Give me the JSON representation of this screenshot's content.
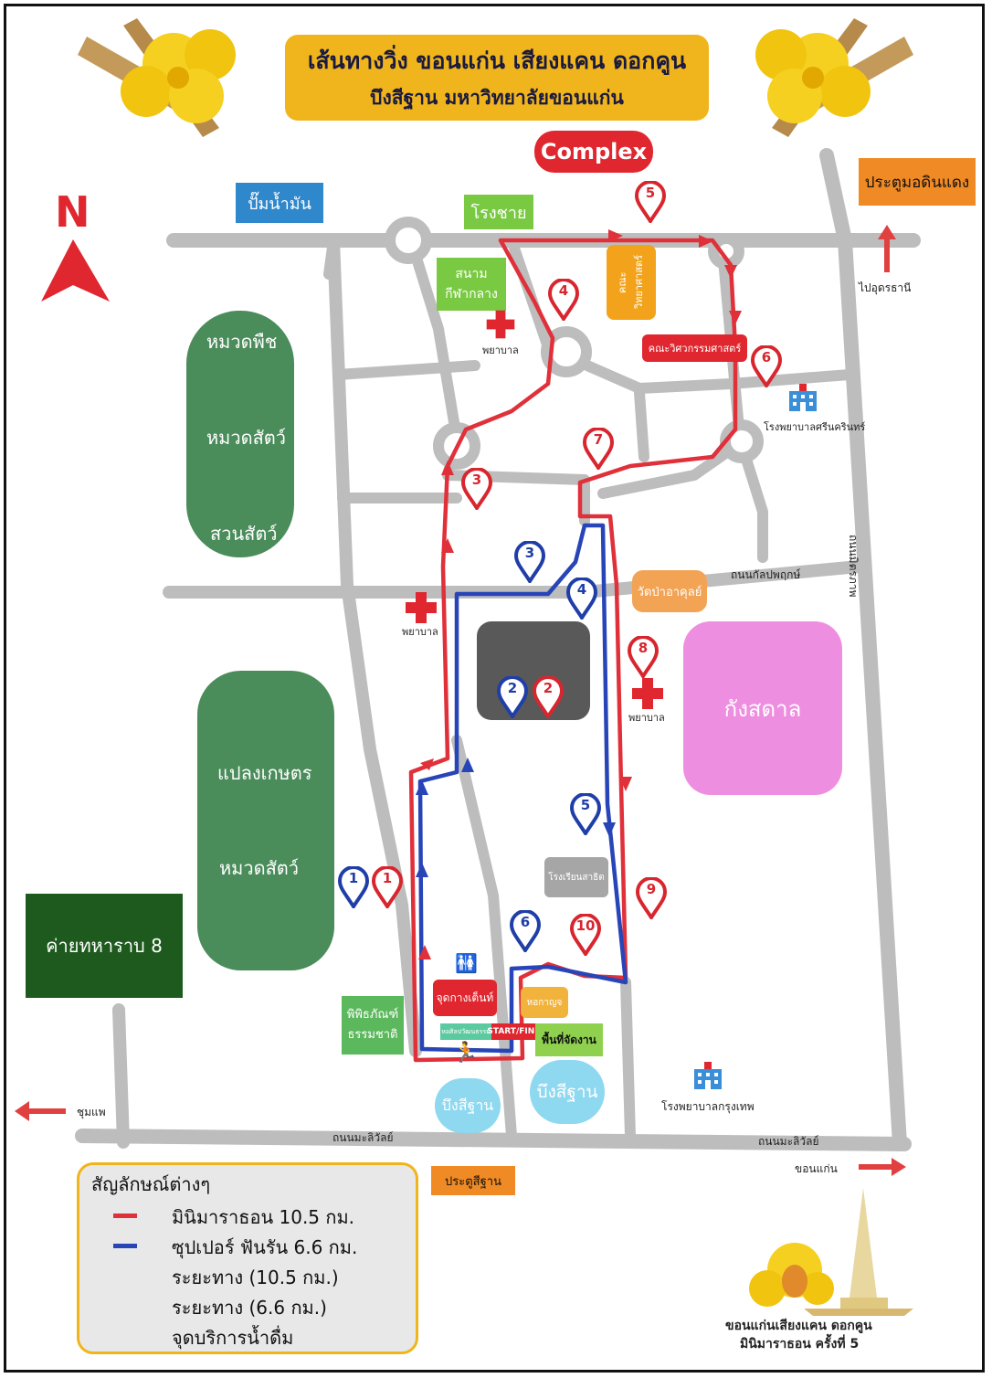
{
  "title": {
    "line1": "เส้นทางวิ่ง ขอนแก่น เสียงแคน ดอกคูน",
    "line2": "บึงสีฐาน มหาวิทยาลัยขอนแก่น"
  },
  "compass": {
    "label": "N"
  },
  "places": {
    "complex": "Complex",
    "gas_station": "ปั๊มน้ำมัน",
    "boys_school": "โรงชาย",
    "red_gate": "ประตูมอดินแดง",
    "to_udon": "ไปอุดรธานี",
    "stadium": "สนาม\nกีฬากลาง",
    "nurse_near_stadium": "พยาบาล",
    "engineering": "คณะวิศวกรรมศาสตร์",
    "science": "คณะวิทยาศาสตร์",
    "hospital_srinagarind": "โรงพยาบาลศรีนครินทร์",
    "plant_zone": "หมวดพืช",
    "animal_zone_1": "หมวดสัตว์",
    "zoo": "สวนสัตว์",
    "kanlapaphruek_rd": "ถนนกัลปพฤกษ์",
    "mittraphap_rd": "ถนนมิตรภาพ",
    "wat": "วัดป่าอาคุลย์",
    "kangsadan": "กังสดาล",
    "nurse_left": "พยาบาล",
    "nurse_right": "พยาบาล",
    "farm": "แปลงเกษตร",
    "animal_zone_2": "หมวดสัตว์",
    "camp": "ค่ายทหาราบ 8",
    "demo_school": "โรงเรียนสาธิต",
    "museum": "พิพิธภัณฑ์\nธรรมชาติ",
    "tent": "จุดกางเต็นท์",
    "art_hall": "หอศิลปวัฒนธรรม",
    "start_finish": "START/FINISH",
    "hall": "หอกาญจ",
    "event_area": "พื้นที่จัดงาน",
    "bueng_si_than_1": "บึงสีฐาน",
    "bueng_si_than_2": "บึงสีฐาน",
    "bangkok_hospital": "โรงพยาบาลกรุงเทพ",
    "chumphae": "ชุมแพ",
    "maliwan_rd_left": "ถนนมะลิวัลย์",
    "maliwan_rd_right": "ถนนมะลิวัลย์",
    "si_than_gate": "ประตูสีฐาน",
    "khon_kaen": "ขอนแก่น"
  },
  "markers": {
    "red": [
      "1",
      "2",
      "3",
      "4",
      "5",
      "6",
      "7",
      "8",
      "9",
      "10"
    ],
    "blue": [
      "1",
      "2",
      "3",
      "4",
      "5",
      "6"
    ]
  },
  "legend": {
    "title": "สัญลักษณ์ต่างๆ",
    "items": [
      {
        "label": "มินิมาราธอน 10.5 กม.",
        "color": "#e0303a"
      },
      {
        "label": "ซุปเปอร์ ฟันรัน 6.6 กม.",
        "color": "#2845b8"
      },
      {
        "label": "ระยะทาง (10.5 กม.)",
        "color": "#e0303a"
      },
      {
        "label": "ระยะทาง (6.6 กม.)",
        "color": "#2845b8"
      },
      {
        "label": "จุดบริการน้ำดื่ม",
        "color": "#4aa3df"
      }
    ]
  },
  "event_logo": {
    "line1": "ขอนแก่นเสียงแคน ดอกคูน",
    "line2": "มินิมาราธอน ครั้งที่ 5"
  },
  "colors": {
    "red_route": "#e0303a",
    "blue_route": "#2845b8",
    "road": "#bdbdbd",
    "title_bg": "#f0b51c",
    "park_green": "#4a8c5a",
    "camp_green": "#1e5a1e",
    "kangsadan_pink": "#ee8ee0"
  }
}
